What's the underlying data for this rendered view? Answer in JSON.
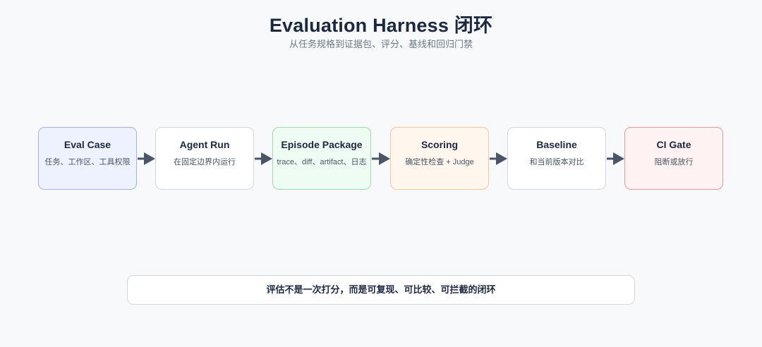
{
  "header": {
    "title": "Evaluation Harness 闭环",
    "subtitle": "从任务规格到证据包、评分、基线和回归门禁"
  },
  "nodes": [
    {
      "title": "Eval Case",
      "desc": "任务、工作区、工具权限"
    },
    {
      "title": "Agent Run",
      "desc": "在固定边界内运行"
    },
    {
      "title": "Episode Package",
      "desc": "trace、diff、artifact、日志"
    },
    {
      "title": "Scoring",
      "desc": "确定性检查 + Judge"
    },
    {
      "title": "Baseline",
      "desc": "和当前版本对比"
    },
    {
      "title": "CI Gate",
      "desc": "阻断或放行"
    }
  ],
  "footer": {
    "text": "评估不是一次打分，而是可复现、可比较、可拦截的闭环"
  },
  "colors": {
    "arrow": "#4a5568",
    "eval_case_fill": "#eef1fe",
    "episode_package_fill": "#effcf3",
    "scoring_fill": "#fff7ed",
    "ci_gate_fill": "#fef2f2"
  }
}
